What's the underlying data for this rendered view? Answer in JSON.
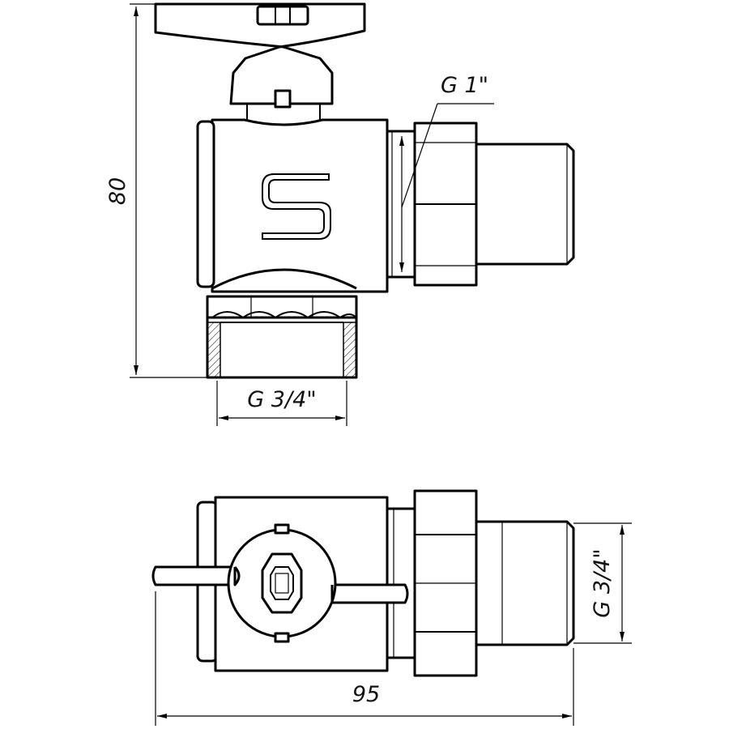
{
  "drawing": {
    "top_view": {
      "dim_height": "80",
      "dim_outlet_thread": "G 1\"",
      "dim_bottom_thread": "G 3/4\""
    },
    "bottom_view": {
      "dim_length": "95",
      "dim_side_thread": "G 3/4\""
    },
    "logo": "S"
  }
}
